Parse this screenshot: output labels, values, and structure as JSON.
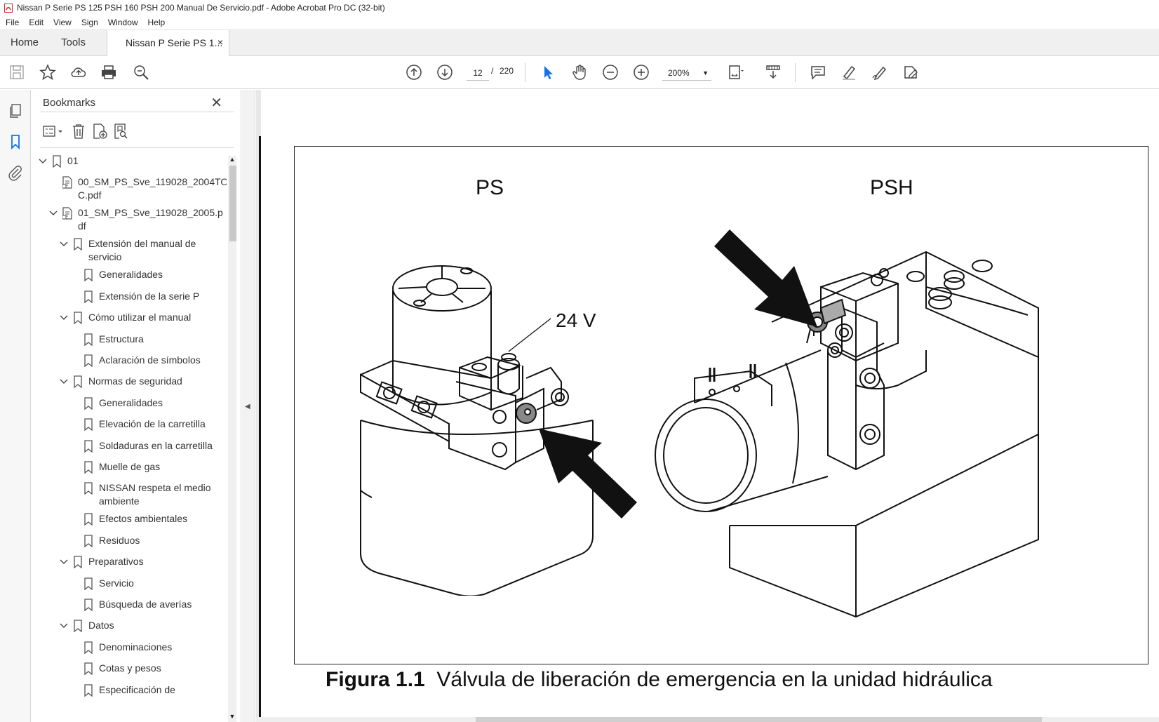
{
  "window": {
    "title": "Nissan P Serie PS 125 PSH 160 PSH 200 Manual De Servicio.pdf - Adobe Acrobat Pro DC (32-bit)"
  },
  "menu": [
    "File",
    "Edit",
    "View",
    "Sign",
    "Window",
    "Help"
  ],
  "tabs": {
    "home": "Home",
    "tools": "Tools",
    "doc": "Nissan P Serie PS 1...",
    "close": "×"
  },
  "toolbar": {
    "page_current": "12",
    "page_sep": "/",
    "page_total": "220",
    "zoom": "200%"
  },
  "bookmarks": {
    "title": "Bookmarks",
    "close": "✕",
    "items": [
      {
        "label": "01",
        "level": 0,
        "type": "bookmark",
        "expanded": true
      },
      {
        "label": "00_SM_PS_Sve_119028_2004TO",
        "label2": "C.pdf",
        "level": 1,
        "type": "file"
      },
      {
        "label": "01_SM_PS_Sve_119028_2005.p",
        "label2": "df",
        "level": 1,
        "type": "file",
        "expanded": true
      },
      {
        "label": "Extensión del manual de",
        "label2": "servicio",
        "level": 2,
        "type": "bookmark",
        "expanded": true
      },
      {
        "label": "Generalidades",
        "level": 3,
        "type": "bookmark"
      },
      {
        "label": "Extensión de la serie P",
        "level": 3,
        "type": "bookmark"
      },
      {
        "label": "Cómo utilizar el manual",
        "level": 2,
        "type": "bookmark",
        "expanded": true
      },
      {
        "label": "Estructura",
        "level": 3,
        "type": "bookmark"
      },
      {
        "label": "Aclaración de símbolos",
        "level": 3,
        "type": "bookmark"
      },
      {
        "label": "Normas de seguridad",
        "level": 2,
        "type": "bookmark",
        "expanded": true
      },
      {
        "label": "Generalidades",
        "level": 3,
        "type": "bookmark"
      },
      {
        "label": "Elevación de la carretilla",
        "level": 3,
        "type": "bookmark"
      },
      {
        "label": "Soldaduras en la carretilla",
        "level": 3,
        "type": "bookmark"
      },
      {
        "label": "Muelle de gas",
        "level": 3,
        "type": "bookmark"
      },
      {
        "label": "NISSAN respeta el medio",
        "label2": "ambiente",
        "level": 3,
        "type": "bookmark"
      },
      {
        "label": "Efectos ambientales",
        "level": 3,
        "type": "bookmark"
      },
      {
        "label": "Residuos",
        "level": 3,
        "type": "bookmark"
      },
      {
        "label": "Preparativos",
        "level": 2,
        "type": "bookmark",
        "expanded": true
      },
      {
        "label": "Servicio",
        "level": 3,
        "type": "bookmark"
      },
      {
        "label": "Búsqueda de averías",
        "level": 3,
        "type": "bookmark"
      },
      {
        "label": "Datos",
        "level": 2,
        "type": "bookmark",
        "expanded": true
      },
      {
        "label": "Denominaciones",
        "level": 3,
        "type": "bookmark"
      },
      {
        "label": "Cotas y pesos",
        "level": 3,
        "type": "bookmark"
      },
      {
        "label": "Especificación de",
        "level": 3,
        "type": "bookmark"
      }
    ]
  },
  "document": {
    "label_left": "PS",
    "label_right": "PSH",
    "voltage": "24 V",
    "caption_num": "Figura 1.1",
    "caption_text": "Válvula de liberación de emergencia en la unidad hidráulica"
  },
  "colors": {
    "accent": "#1473e6",
    "pdf_red": "#d7282f"
  }
}
